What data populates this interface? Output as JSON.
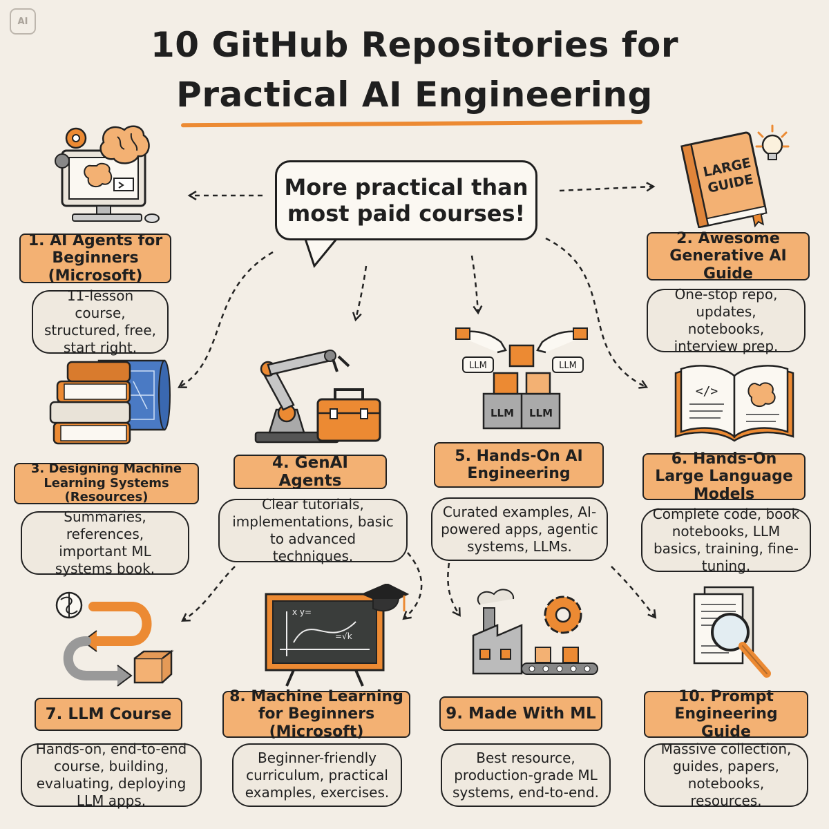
{
  "badge": "AI",
  "title_line1": "10 GitHub Repositories for",
  "title_line2": "Practical AI Engineering",
  "bubble": "More practical than most paid courses!",
  "colors": {
    "accent": "#ec8a33",
    "label_fill": "#f3b173",
    "background": "#f3eee6",
    "desc_fill": "#efe9df"
  },
  "repos": [
    {
      "label": "1. AI Agents for Beginners (Microsoft)",
      "desc": "11-lesson course, structured, free, start right.",
      "icon": "computer-brain-gears-icon"
    },
    {
      "label": "2. Awesome Generative AI Guide",
      "desc": "One-stop repo, updates, notebooks, interview prep.",
      "icon": "large-guide-book-icon",
      "icon_text": "LARGE GUIDE"
    },
    {
      "label": "3. Designing Machine Learning Systems (Resources)",
      "desc": "Summaries, references, important ML systems book.",
      "icon": "books-blueprint-icon"
    },
    {
      "label": "4. GenAI Agents",
      "desc": "Clear tutorials, implementations, basic to advanced techniques.",
      "icon": "robot-arm-toolbox-icon"
    },
    {
      "label": "5. Hands-On AI Engineering",
      "desc": "Curated examples, AI-powered apps, agentic systems, LLMs.",
      "icon": "llm-blocks-hands-icon",
      "icon_text": "LLM"
    },
    {
      "label": "6. Hands-On Large Language Models",
      "desc": "Complete code, book notebooks, LLM basics, training, fine-tuning.",
      "icon": "open-book-code-brain-icon"
    },
    {
      "label": "7. LLM Course",
      "desc": "Hands-on, end-to-end course, building, evaluating, deploying LLM apps.",
      "icon": "pipeline-arrows-package-icon"
    },
    {
      "label": "8. Machine Learning for Beginners (Microsoft)",
      "desc": "Beginner-friendly curriculum, practical examples, exercises.",
      "icon": "chalkboard-graduation-cap-icon"
    },
    {
      "label": "9. Made With ML",
      "desc": "Best resource, production-grade ML systems, end-to-end.",
      "icon": "factory-conveyor-gear-icon"
    },
    {
      "label": "10. Prompt Engineering Guide",
      "desc": "Massive collection, guides, papers, notebooks, resources.",
      "icon": "documents-magnifier-icon"
    }
  ]
}
